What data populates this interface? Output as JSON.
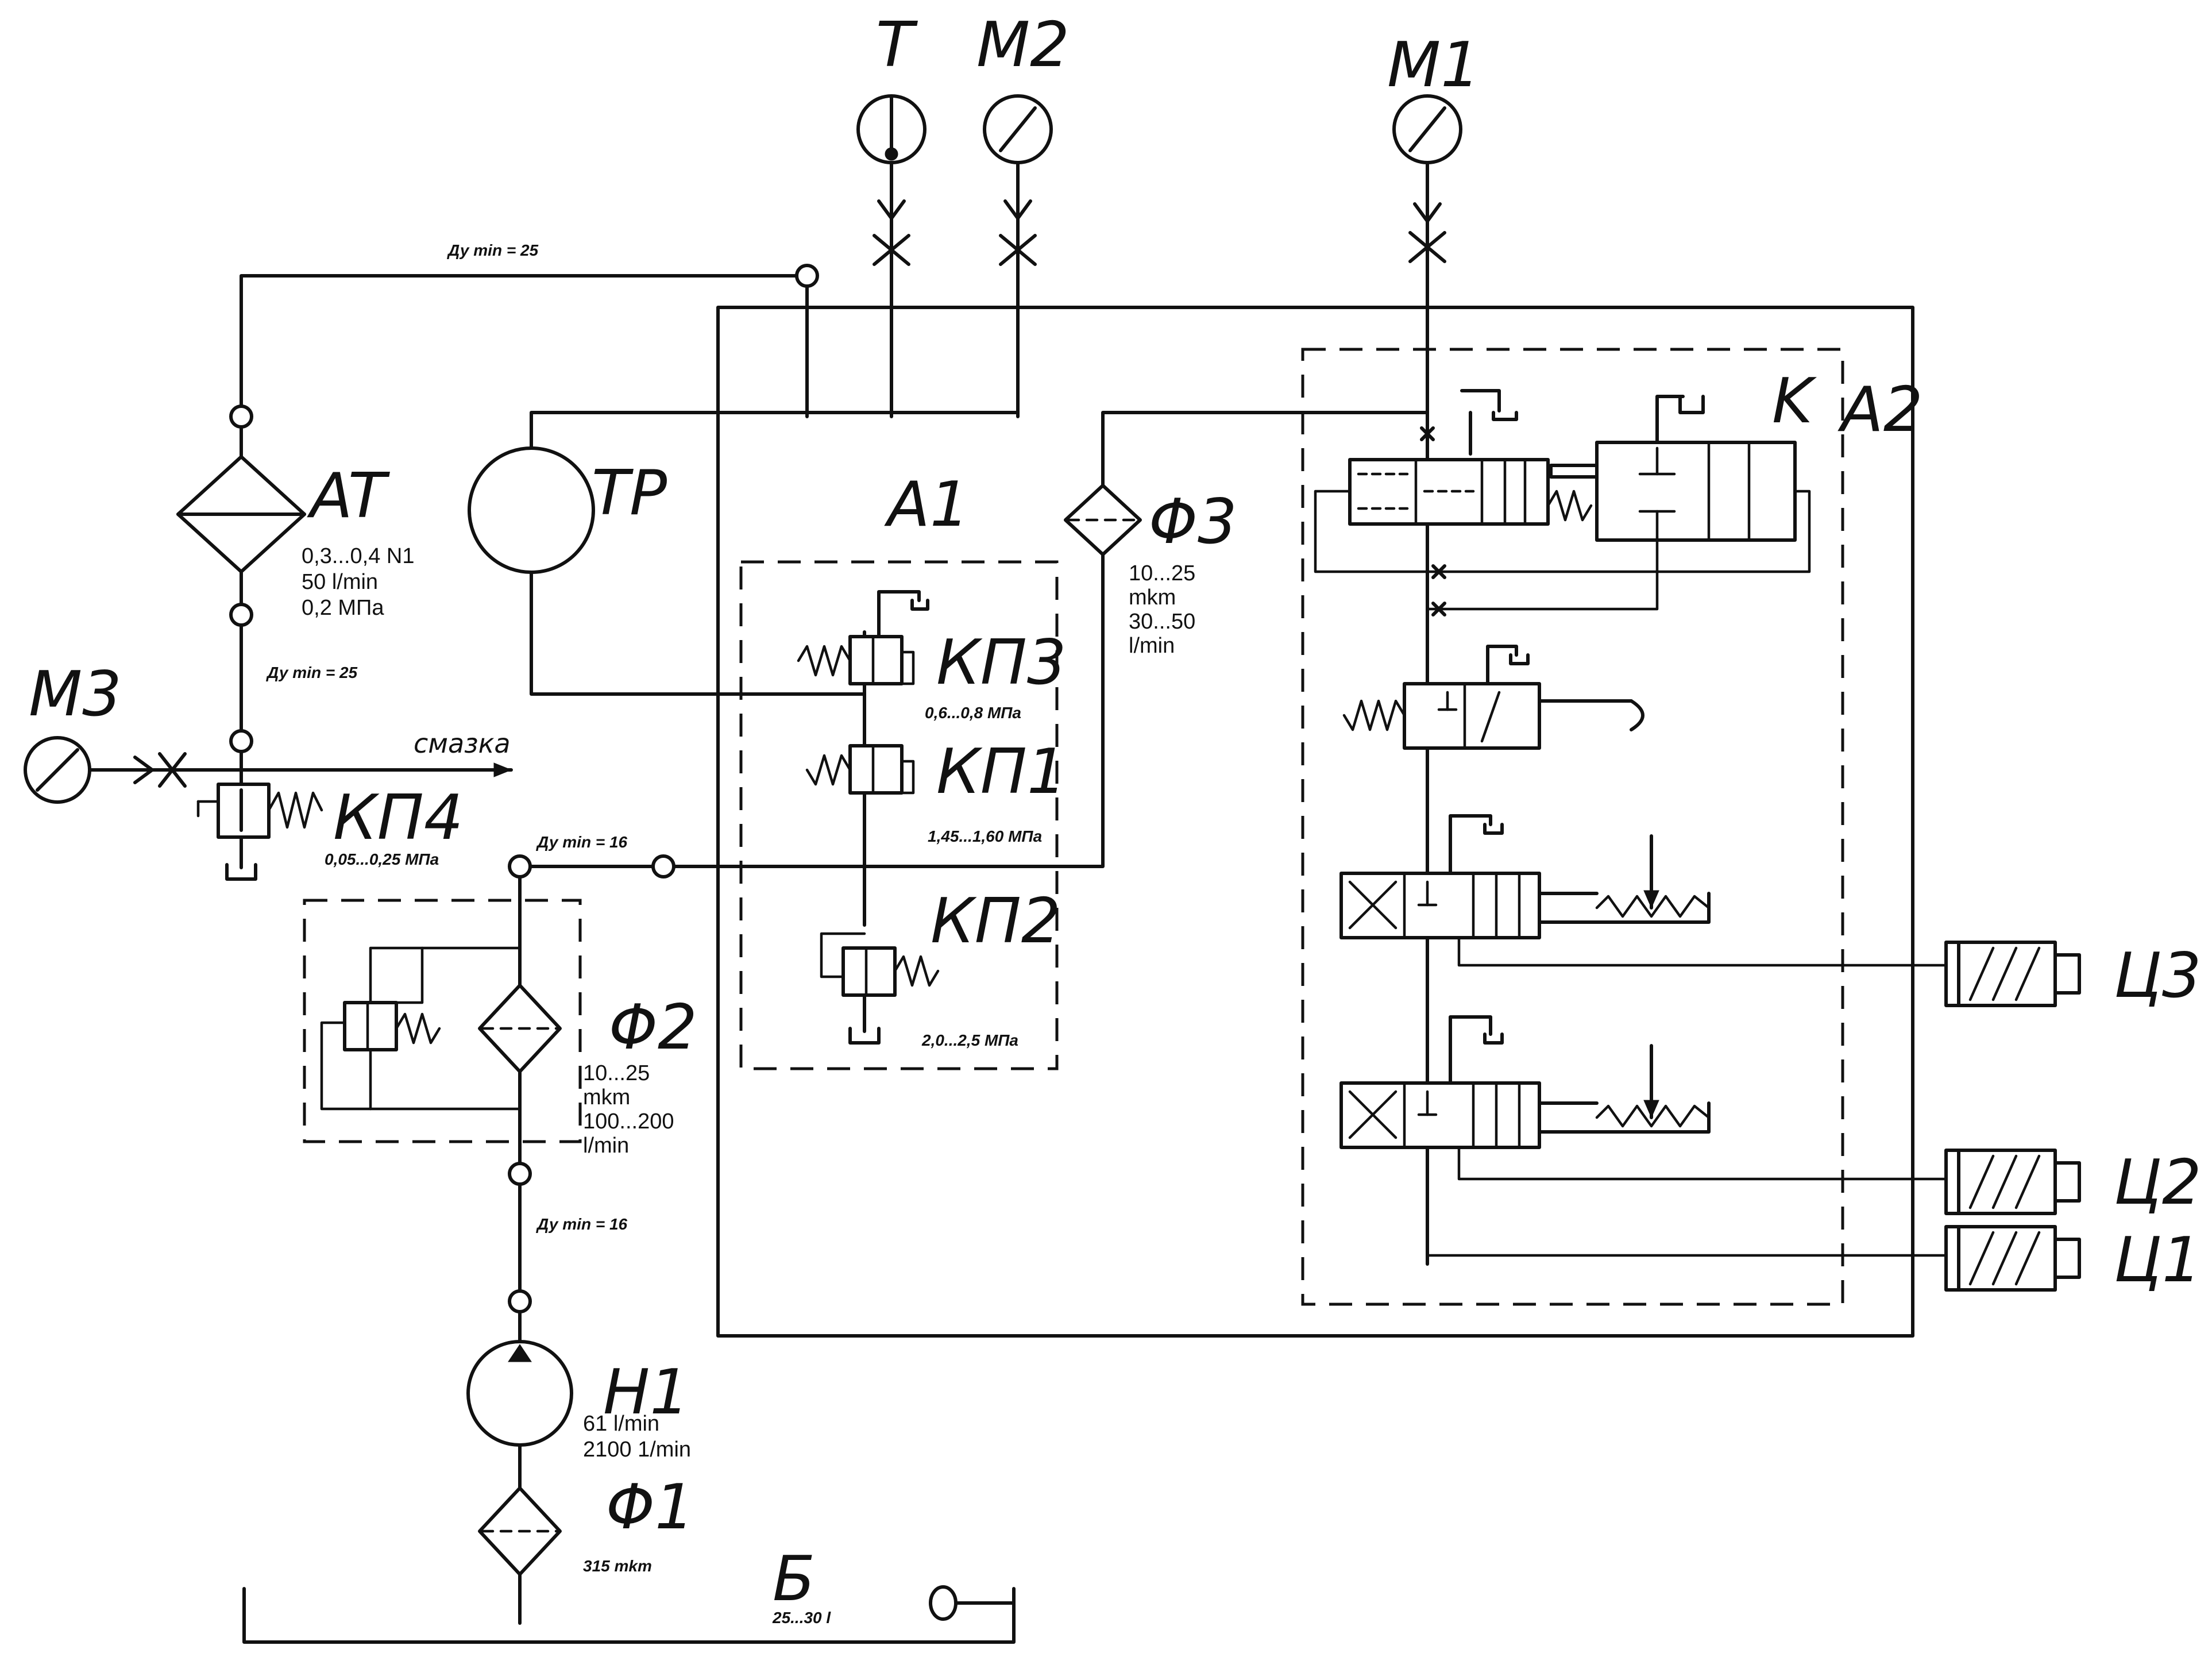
{
  "labels": {
    "T": "T",
    "M2": "M2",
    "M1": "M1",
    "M3": "M3",
    "AT": "AT",
    "TP": "TP",
    "A1": "A1",
    "A2": "A2",
    "K": "K",
    "F3": "Φ3",
    "KP3": "КП3",
    "KP1": "КП1",
    "KP2": "КП2",
    "KP4": "КП4",
    "F2": "Φ2",
    "H1": "H1",
    "F1": "Φ1",
    "B": "Б",
    "C3": "Ц3",
    "C2": "Ц2",
    "C1": "Ц1",
    "lube": "смазка"
  },
  "specs": {
    "at_1": "0,3...0,4 N1",
    "at_2": "50 l/min",
    "at_3": "0,2 MПa",
    "du25_top": "Ду min = 25",
    "du25_mid": "Ду min = 25",
    "du16_top": "Ду min = 16",
    "du16_bot": "Ду min = 16",
    "kp4": "0,05...0,25 MПa",
    "kp3": "0,6...0,8 MПa",
    "kp1": "1,45...1,60 MПa",
    "kp2": "2,0...2,5 MПa",
    "f3_1": "10...25",
    "f3_2": "mkm",
    "f3_3": "30...50",
    "f3_4": "l/min",
    "f2_1": "10...25",
    "f2_2": "mkm",
    "f2_3": "100...200",
    "f2_4": "l/min",
    "h1_1": "61 l/min",
    "h1_2": "2100 1/min",
    "f1": "315 mkm",
    "tank": "25...30 l"
  },
  "icons": {
    "gauge": "pressure-gauge-icon",
    "thermometer": "thermometer-icon",
    "filter": "filter-icon",
    "pump": "pump-icon",
    "cylinder": "cylinder-icon",
    "valve": "relief-valve-icon",
    "spring": "spring-icon"
  }
}
